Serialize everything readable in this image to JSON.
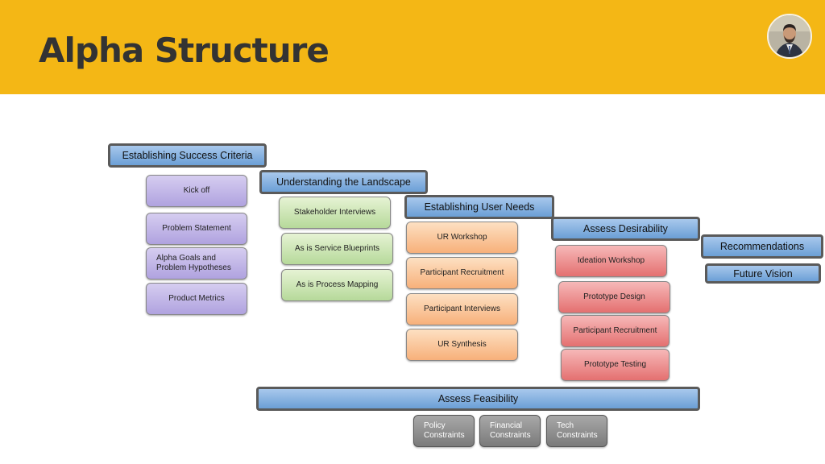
{
  "title": "Alpha Structure",
  "diagram": {
    "phases": {
      "success_criteria": "Establishing Success Criteria",
      "landscape": "Understanding the Landscape",
      "user_needs": "Establishing User Needs",
      "desirability": "Assess Desirability",
      "recommendations": "Recommendations",
      "future_vision": "Future Vision",
      "feasibility": "Assess Feasibility"
    },
    "success_criteria_items": [
      "Kick off",
      "Problem Statement",
      "Alpha Goals and Problem Hypotheses",
      "Product Metrics"
    ],
    "landscape_items": [
      "Stakeholder Interviews",
      "As is Service Blueprints",
      "As is Process Mapping"
    ],
    "user_needs_items": [
      "UR Workshop",
      "Participant Recruitment",
      "Participant Interviews",
      "UR Synthesis"
    ],
    "desirability_items": [
      "Ideation Workshop",
      "Prototype Design",
      "Participant Recruitment",
      "Prototype Testing"
    ],
    "feasibility_items": [
      "Policy Constraints",
      "Financial Constraints",
      "Tech Constraints"
    ]
  },
  "colors": {
    "header": "#F4B715",
    "phase": "#6b9fd6",
    "success_criteria": "#b0a2df",
    "landscape": "#b6d99a",
    "user_needs": "#f7b07a",
    "desirability": "#e47070",
    "feasibility": "#7a7a7a"
  }
}
